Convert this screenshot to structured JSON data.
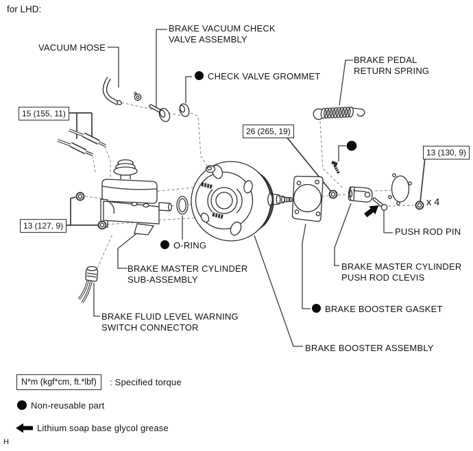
{
  "page": {
    "variant_heading": "for LHD:",
    "page_mark": "H"
  },
  "colors": {
    "ink": "#111111",
    "background": "#ffffff"
  },
  "part_labels": {
    "vacuum_hose": "VACUUM HOSE",
    "brake_vacuum_check_valve_assembly": "BRAKE VACUUM CHECK\nVALVE ASSEMBLY",
    "check_valve_grommet": "CHECK VALVE GROMMET",
    "brake_pedal_return_spring": "BRAKE PEDAL\nRETURN SPRING",
    "o_ring": "O-RING",
    "brake_master_cylinder_sub_assembly": "BRAKE MASTER CYLINDER\nSUB-ASSEMBLY",
    "brake_fluid_level_warning_switch_connector": "BRAKE FLUID LEVEL WARNING\nSWITCH CONNECTOR",
    "push_rod_pin": "PUSH ROD PIN",
    "brake_master_cylinder_push_rod_clevis": "BRAKE MASTER CYLINDER\nPUSH ROD CLEVIS",
    "brake_booster_gasket": "BRAKE BOOSTER GASKET",
    "brake_booster_assembly": "BRAKE BOOSTER ASSEMBLY",
    "nut_quantity": "x 4"
  },
  "torque_specs": {
    "vacuum_hose_union": "15 (155, 11)",
    "master_cylinder_nuts": "13 (127, 9)",
    "booster_clevis_nut": "26 (265, 19)",
    "booster_mounting_nuts": "13 (130, 9)"
  },
  "legend": {
    "torque_unit_box": "N*m (kgf*cm, ft.*lbf)",
    "torque_meaning": ": Specified torque",
    "non_reusable": "Non-reusable part",
    "grease": "Lithium soap base glycol grease"
  }
}
